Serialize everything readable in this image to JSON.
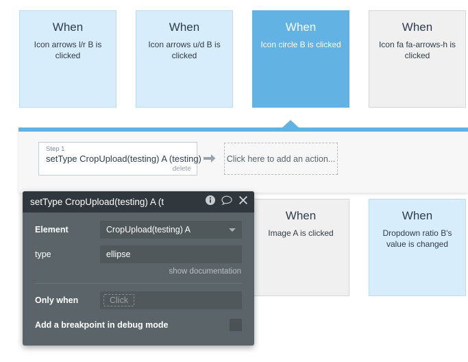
{
  "events": {
    "row1": [
      {
        "title": "When",
        "subtitle": "Icon arrows l/r B is clicked",
        "state": "blue"
      },
      {
        "title": "When",
        "subtitle": "Icon arrows u/d B is clicked",
        "state": "blue"
      },
      {
        "title": "When",
        "subtitle": "Icon circle B is clicked",
        "state": "selected"
      },
      {
        "title": "When",
        "subtitle": "Icon fa fa-arrows-h is clicked",
        "state": "gray"
      }
    ],
    "row2": [
      {
        "title": "When",
        "subtitle": "Image A is clicked",
        "state": "gray"
      },
      {
        "title": "When",
        "subtitle": "Dropdown ratio B's value is changed",
        "state": "blue"
      }
    ]
  },
  "workflow": {
    "step": {
      "label": "Step 1",
      "title": "setType CropUpload(testing) A (testing)",
      "delete_label": "delete"
    },
    "arrow_icon": "arrow-right-icon",
    "add_action_text": "Click here to add an action..."
  },
  "property_editor": {
    "title": "setType CropUpload(testing) A (t",
    "icons": [
      "info-icon",
      "comment-icon",
      "close-icon"
    ],
    "fields": [
      {
        "label": "Element",
        "value": "CropUpload(testing) A",
        "type": "dropdown"
      },
      {
        "label": "type",
        "value": "ellipse",
        "type": "text"
      }
    ],
    "docs_link": "show documentation",
    "only_when": {
      "label": "Only when",
      "placeholder": "Click"
    },
    "breakpoint": {
      "label": "Add a breakpoint in debug mode",
      "checked": false
    }
  },
  "colors": {
    "accent": "#62b2e4",
    "card_blue": "#d8edfb",
    "card_gray": "#f0f0f0",
    "panel_dark": "#5b6569",
    "header_dark": "#31383d"
  }
}
